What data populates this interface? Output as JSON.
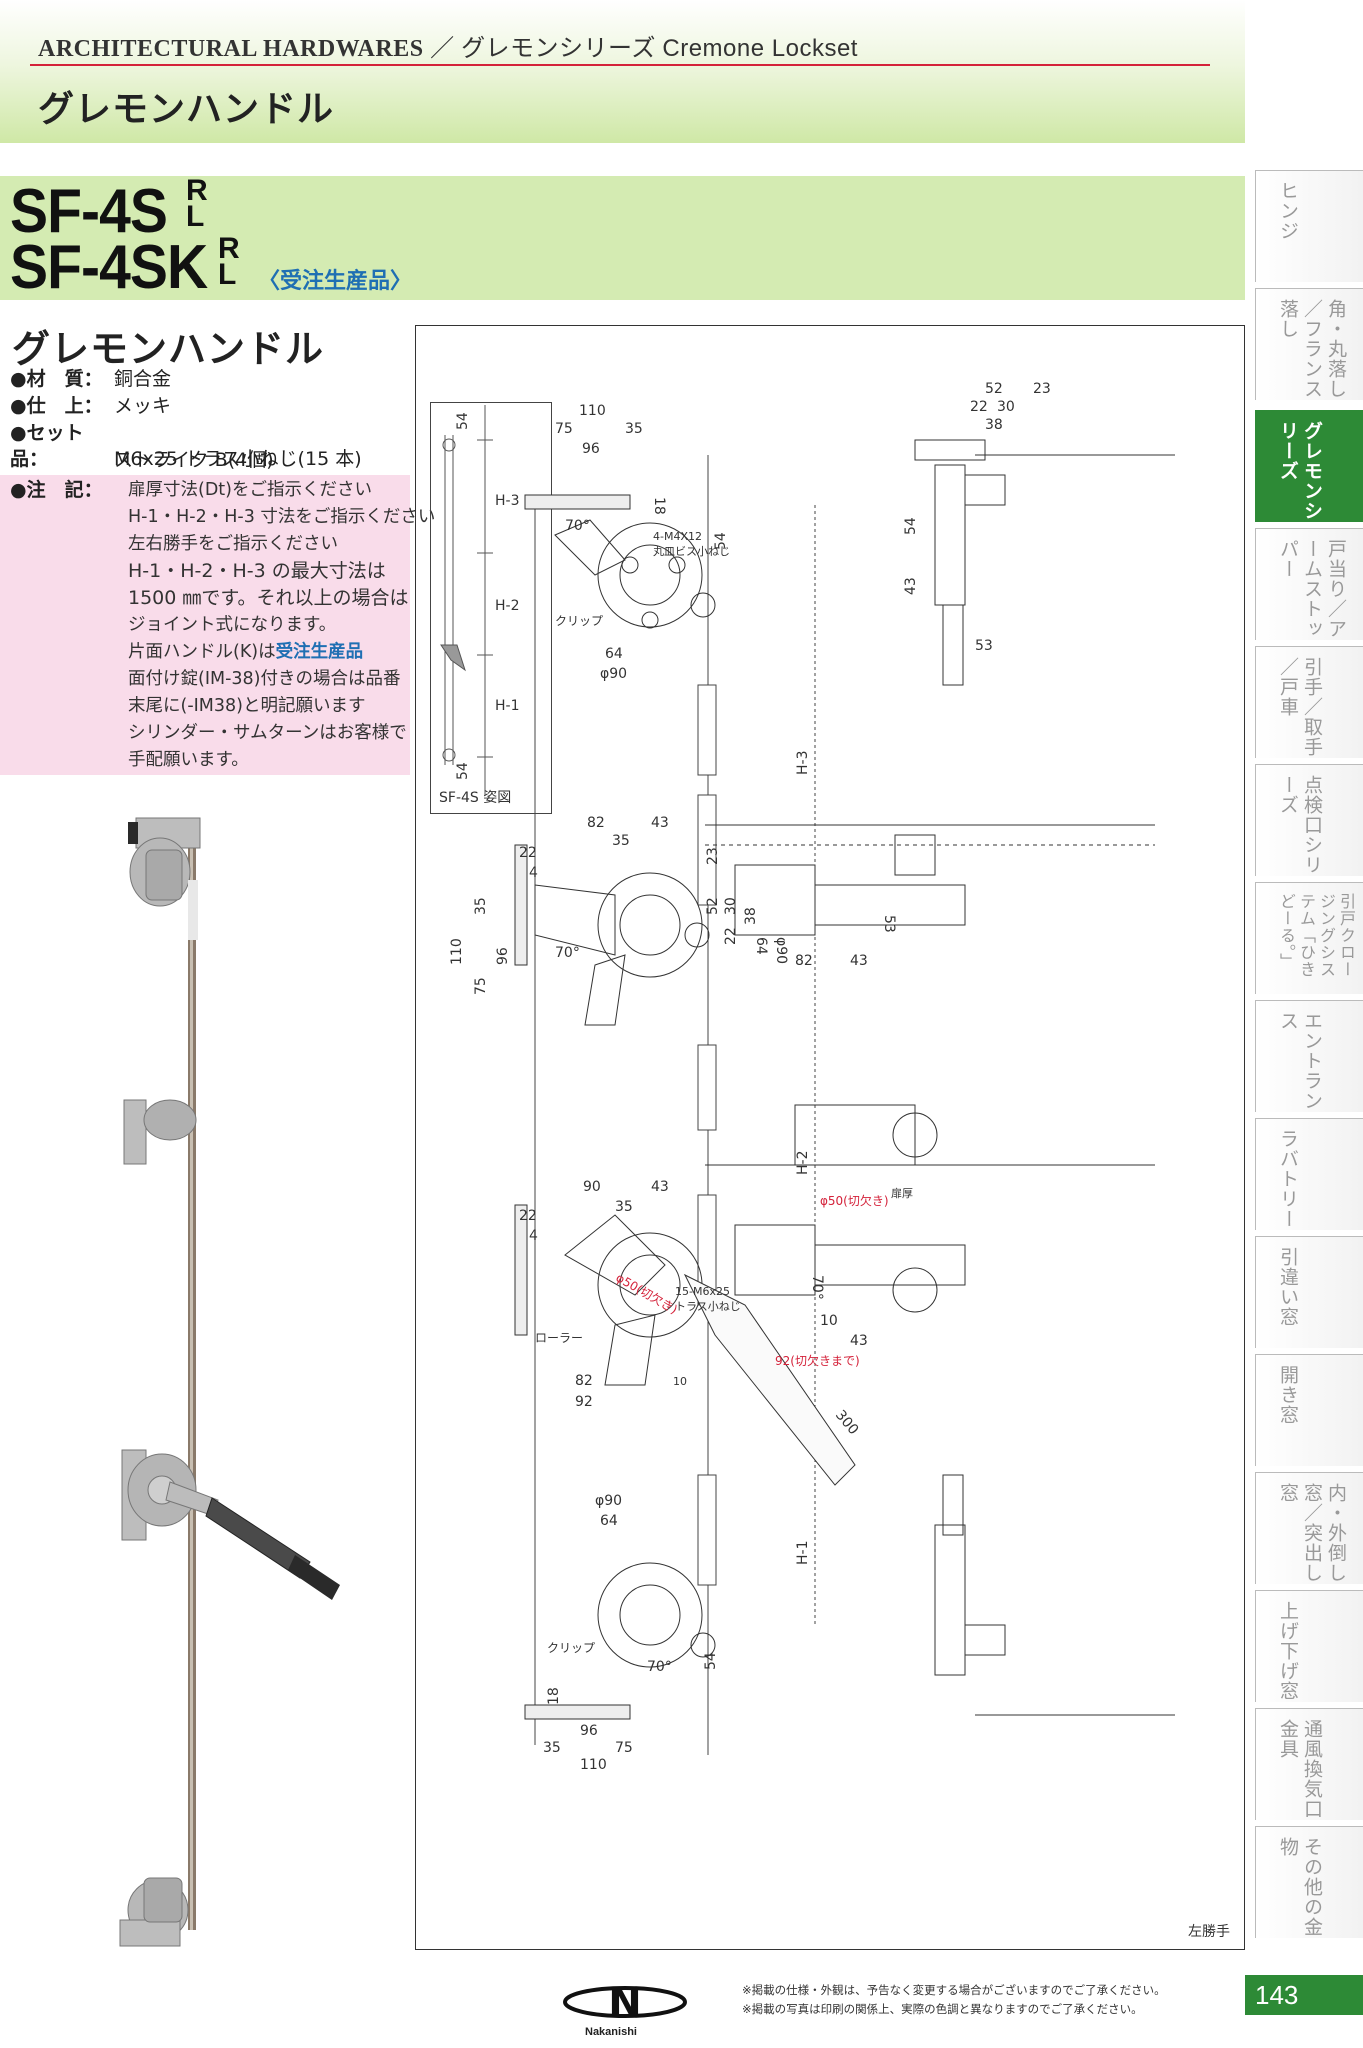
{
  "header": {
    "category_en": "ARCHITECTURAL HARDWARES",
    "separator": "／",
    "series_jp": "グレモンシリーズ",
    "series_en": "Cremone Lockset",
    "subtitle": "グレモンハンドル"
  },
  "models": {
    "model1": "SF-4S",
    "model2": "SF-4SK",
    "r": "R",
    "l": "L",
    "order_note": "〈受注生産品〉"
  },
  "product": {
    "name": "グレモンハンドル",
    "specs": [
      {
        "label": "●材　質：",
        "value": "銅合金"
      },
      {
        "label": "●仕　上：",
        "value": "メッキ"
      },
      {
        "label": "●セット品：",
        "value": "M6x25 トラス小ねじ(15 本)"
      },
      {
        "label": "",
        "value": "ストライク B(4個)"
      }
    ],
    "note_label": "●注　記：",
    "notes": [
      "扉厚寸法(Dt)をご指示ください",
      "H-1・H-2・H-3 寸法をご指示ください",
      "左右勝手をご指示ください",
      "H-1・H-2・H-3 の最大寸法は",
      "1500 ㎜です。それ以上の場合は",
      "ジョイント式になります。",
      "片面ハンドル(K)は",
      "面付け錠(IM-38)付きの場合は品番",
      "末尾に(-IM38)と明記願います",
      "シリンダー・サムターンはお客様で",
      "手配願います。"
    ],
    "note_blue": "受注生産品"
  },
  "drawing": {
    "sketch_caption": "SF-4S 姿図",
    "sketch_labels": [
      "54",
      "H-3",
      "H-2",
      "H-1",
      "54"
    ],
    "dims": [
      "110",
      "75",
      "35",
      "96",
      "18",
      "54",
      "70°",
      "4-M4X12",
      "丸皿ビス小ねじ",
      "クリップ",
      "64",
      "φ90",
      "H-3",
      "82",
      "35",
      "43",
      "22",
      "4",
      "35",
      "110",
      "96",
      "75",
      "64",
      "φ90",
      "70°",
      "H-2",
      "90",
      "43",
      "35",
      "22",
      "4",
      "φ50(切欠き)",
      "15-M6x25",
      "トラス小ねじ",
      "ローラー",
      "70°",
      "82",
      "10",
      "92",
      "300",
      "φ90",
      "64",
      "H-1",
      "クリップ",
      "70°",
      "54",
      "18",
      "96",
      "35",
      "75",
      "110",
      "52",
      "23",
      "22",
      "30",
      "38",
      "54",
      "43",
      "53",
      "23",
      "52",
      "30",
      "22",
      "38",
      "82",
      "43",
      "53",
      "φ50(切欠き)",
      "扉厚",
      "92(切欠きまで)",
      "10",
      "43"
    ],
    "left_hand_label": "左勝手"
  },
  "side_tabs": [
    {
      "label": "ヒンジ",
      "active": false
    },
    {
      "label": "角・丸落し／フランス落し",
      "active": false
    },
    {
      "label": "グレモンシリーズ",
      "active": true
    },
    {
      "label": "戸当り／アームストッパー",
      "active": false
    },
    {
      "label": "引手／取手／戸車",
      "active": false
    },
    {
      "label": "点検口シリーズ",
      "active": false
    },
    {
      "label": "引戸クロージングシステム「ひきどーる。」",
      "active": false
    },
    {
      "label": "エントランス",
      "active": false
    },
    {
      "label": "ラバトリー",
      "active": false
    },
    {
      "label": "引違い窓",
      "active": false
    },
    {
      "label": "開き窓",
      "active": false
    },
    {
      "label": "内・外倒し窓／突出し窓",
      "active": false
    },
    {
      "label": "上げ下げ窓",
      "active": false
    },
    {
      "label": "通風換気口金具",
      "active": false
    },
    {
      "label": "その他の金物",
      "active": false
    }
  ],
  "footer": {
    "note1": "※掲載の仕様・外観は、予告なく変更する場合がございますのでご了承ください。",
    "note2": "※掲載の写真は印刷の関係上、実際の色調と異なりますのでご了承ください。",
    "page_number": "143",
    "logo_letter": "N",
    "logo_text": "Nakanishi"
  },
  "colors": {
    "accent_green": "#2d8a36",
    "band_green": "#d4ebb2",
    "header_red_line": "#d4223a",
    "note_pink": "#f9dcea",
    "link_blue": "#1f6fb3"
  }
}
